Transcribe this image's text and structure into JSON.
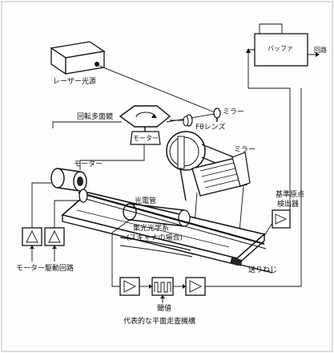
{
  "labels": {
    "laser": "レーザー光源",
    "polygon": "回転多面鏡",
    "motor_small": "モーター",
    "mirror_top": "ミラー",
    "f_theta": "Fθレンズ",
    "mirror_mid": "ミラー",
    "motor_left": "モーター",
    "photomultiplier": "光電管",
    "collector_line1": "集光光学系",
    "collector_line2": "(スキャナの場合)",
    "origin_line1": "基準原点",
    "origin_line2": "検出器",
    "feed_screw": "送りねじ",
    "motor_drive": "モーター駆動回路",
    "threshold": "閾値",
    "buffer": "バッファ",
    "output": "回路",
    "caption": "代表的な平面走査機構"
  }
}
